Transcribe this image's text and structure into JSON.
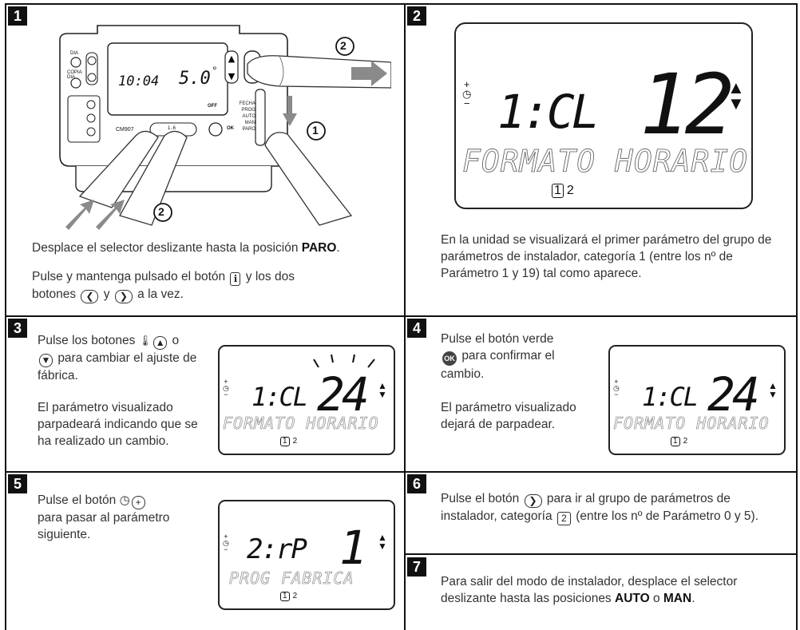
{
  "steps": {
    "s1": {
      "num": "1",
      "para1_pre": "Desplace el selector  deslizante hasta la posición ",
      "para1_bold": "PARO",
      "para1_post": ".",
      "para2_a": "Pulse y mantenga pulsado el botón",
      "para2_b": "y los dos",
      "para2_c": "botones",
      "para2_d": "y",
      "para2_e": "a la vez.",
      "device": {
        "lcd_time": "10:04",
        "lcd_temp": "5.0",
        "lcd_deg": "°",
        "lcd_off": "OFF",
        "btn_dia": "DIA",
        "btn_copia": "COPIA\nDIA",
        "model": "CM907",
        "btn_mid": "1..6",
        "btn_ok": "OK",
        "slider_labels": [
          "FECHA",
          "PROG",
          "AUTO",
          "MAN",
          "PARO"
        ],
        "callout_1": "1",
        "callout_2a": "2",
        "callout_2b": "2"
      }
    },
    "s2": {
      "num": "2",
      "lcd_param": "1:CL",
      "lcd_value": "12",
      "lcd_text": "FORMATO HORARIO",
      "lcd_group_sel": "1",
      "lcd_group_other": "2",
      "para": "En la unidad se visualizará el primer parámetro del grupo de parámetros de instalador, categoría 1 (entre los nº de Parámetro 1 y 19) tal como aparece."
    },
    "s3": {
      "num": "3",
      "para1_a": "Pulse los botones",
      "para1_b": "o",
      "para1_c": "para cambiar el ajuste de fábrica.",
      "para2": "El parámetro visualizado parpadeará indicando que se ha realizado un cambio.",
      "lcd_param": "1:CL",
      "lcd_value": "24",
      "lcd_text": "FORMATO HORARIO",
      "lcd_group_sel": "1",
      "lcd_group_other": "2"
    },
    "s4": {
      "num": "4",
      "para1_a": "Pulse el botón verde",
      "para1_b": "para confirmar el cambio.",
      "ok_label": "OK",
      "para2": "El parámetro visualizado dejará de parpadear.",
      "lcd_param": "1:CL",
      "lcd_value": "24",
      "lcd_text": "FORMATO HORARIO",
      "lcd_group_sel": "1",
      "lcd_group_other": "2"
    },
    "s5": {
      "num": "5",
      "para_a": "Pulse el botón",
      "para_b": "para pasar al parámetro siguiente.",
      "lcd_param": "2:rP",
      "lcd_value": "1",
      "lcd_text": "PROG FABRICA",
      "lcd_group_sel": "1",
      "lcd_group_other": "2"
    },
    "s6": {
      "num": "6",
      "para_a": "Pulse el botón",
      "para_b": "para ir al grupo de parámetros de instalador, categoría",
      "para_cat": "2",
      "para_c": "(entre los nº de Parámetro 0 y 5)."
    },
    "s7": {
      "num": "7",
      "para_pre": "Para salir del modo de instalador, desplace el selector  deslizante hasta las posiciones ",
      "bold1": "AUTO",
      "mid": " o ",
      "bold2": "MAN",
      "post": "."
    }
  },
  "colors": {
    "ink": "#111111",
    "text": "#333333",
    "callout_arrow": "#8a8a8a"
  }
}
